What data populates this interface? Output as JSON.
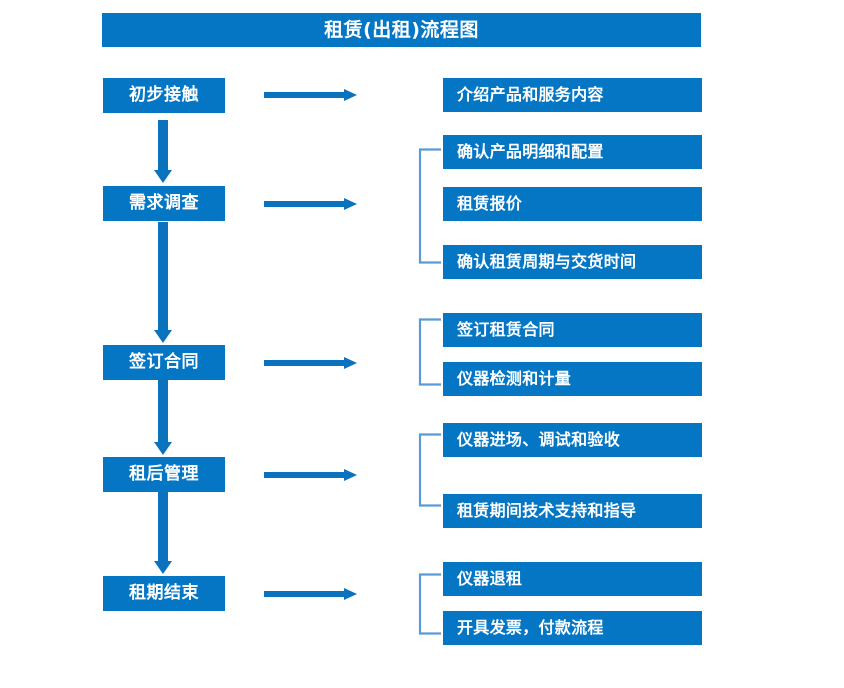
{
  "diagram": {
    "title": "租赁(出租)流程图",
    "colors": {
      "box_blue": "#0476c4",
      "arrow_blue": "#0b72bd",
      "bracket_blue": "#5b9bd5",
      "text_white": "#ffffff",
      "background": "#ffffff"
    },
    "stages": [
      {
        "label": "初步接触"
      },
      {
        "label": "需求调查"
      },
      {
        "label": "签订合同"
      },
      {
        "label": "租后管理"
      },
      {
        "label": "租期结束"
      }
    ],
    "detail_groups": [
      {
        "stage": "初步接触",
        "bracketed": false,
        "items": [
          {
            "label": "介绍产品和服务内容"
          }
        ]
      },
      {
        "stage": "需求调查",
        "bracketed": true,
        "items": [
          {
            "label": "确认产品明细和配置"
          },
          {
            "label": "租赁报价"
          },
          {
            "label": "确认租赁周期与交货时间"
          }
        ]
      },
      {
        "stage": "签订合同",
        "bracketed": true,
        "items": [
          {
            "label": "签订租赁合同"
          },
          {
            "label": "仪器检测和计量"
          }
        ]
      },
      {
        "stage": "租后管理",
        "bracketed": true,
        "items": [
          {
            "label": "仪器进场、调试和验收"
          },
          {
            "label": "租赁期间技术支持和指导"
          }
        ]
      },
      {
        "stage": "租期结束",
        "bracketed": true,
        "items": [
          {
            "label": "仪器退租"
          },
          {
            "label": "开具发票，付款流程"
          }
        ]
      }
    ],
    "connectors": {
      "vertical_arrow_count": 4,
      "horizontal_arrow_count": 5
    }
  }
}
